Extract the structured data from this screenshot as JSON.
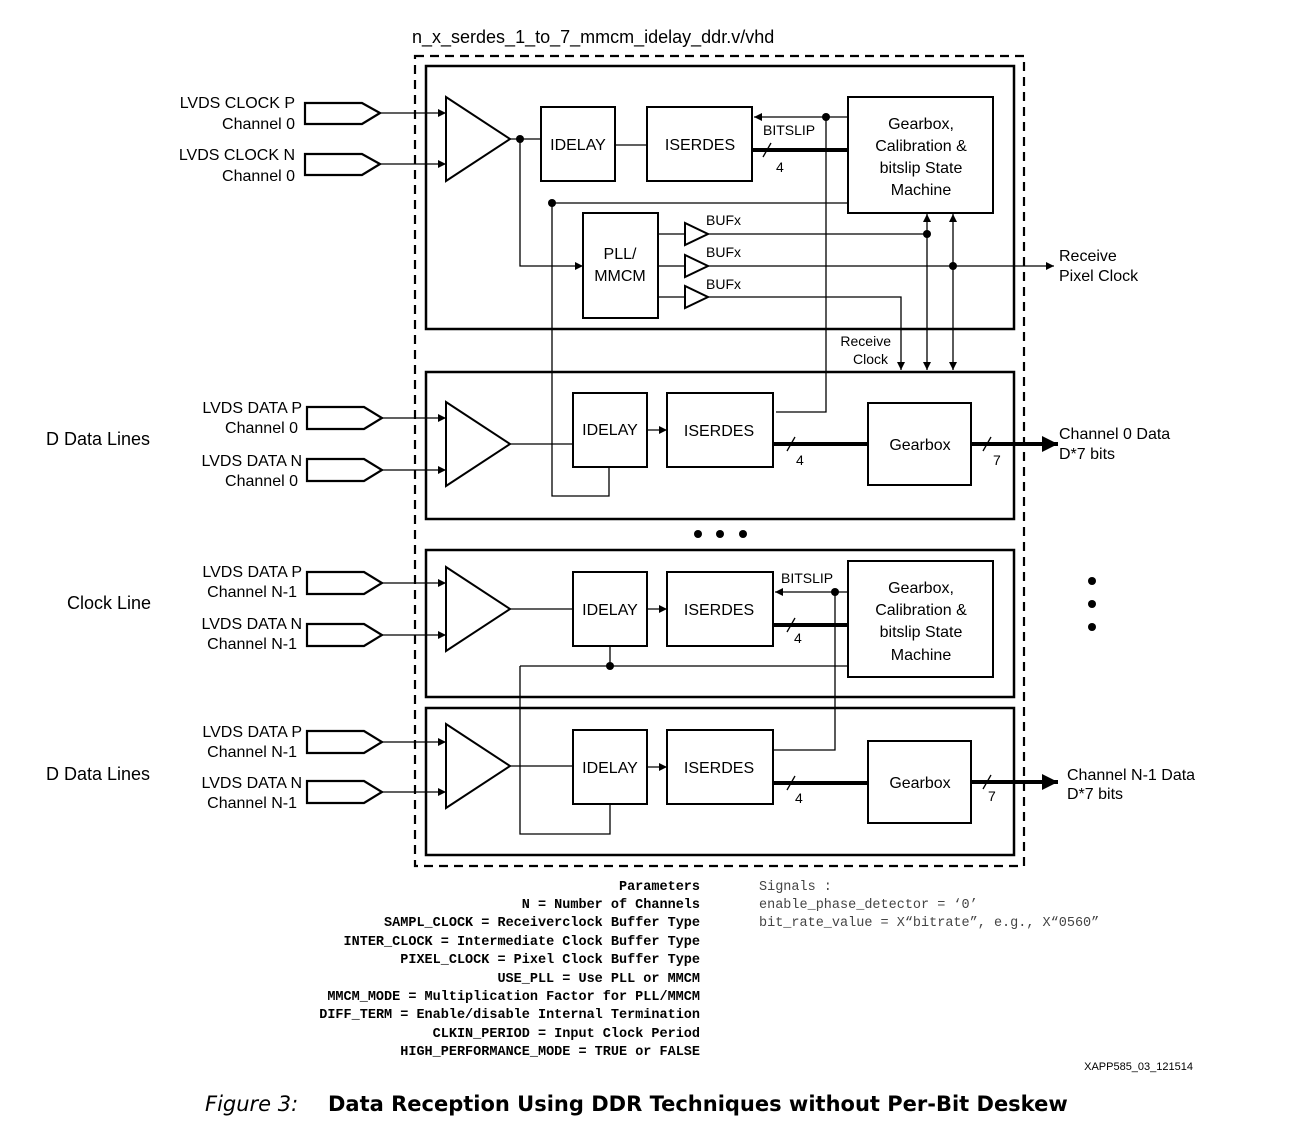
{
  "file_title": "n_x_serdes_1_to_7_mmcm_idelay_ddr.v/vhd",
  "inputs": {
    "clock_p": {
      "name": "LVDS CLOCK P",
      "channel": "Channel 0"
    },
    "clock_n": {
      "name": "LVDS CLOCK N",
      "channel": "Channel 0"
    },
    "data0_p": {
      "name": "LVDS DATA P",
      "channel": "Channel 0"
    },
    "data0_n": {
      "name": "LVDS DATA N",
      "channel": "Channel 0"
    },
    "clkline_p": {
      "name": "LVDS DATA P",
      "channel": "Channel N-1"
    },
    "clkline_n": {
      "name": "LVDS DATA N",
      "channel": "Channel N-1"
    },
    "datan_p": {
      "name": "LVDS DATA P",
      "channel": "Channel N-1"
    },
    "datan_n": {
      "name": "LVDS DATA N",
      "channel": "Channel N-1"
    }
  },
  "group_labels": {
    "d_data_lines_1": "D Data Lines",
    "clock_line": "Clock Line",
    "d_data_lines_2": "D Data Lines"
  },
  "blocks": {
    "idelay": "IDELAY",
    "iserdes": "ISERDES",
    "pll": [
      "PLL/",
      "MMCM"
    ],
    "gearbox": "Gearbox",
    "gearbox_calib": [
      "Gearbox,",
      "Calibration &",
      "bitslip State",
      "Machine"
    ],
    "bufx": "BUFx",
    "bitslip": "BITSLIP"
  },
  "bus_widths": {
    "four": "4",
    "seven": "7"
  },
  "outputs": {
    "receive_pixel_clock": [
      "Receive",
      "Pixel Clock"
    ],
    "receive_clock": [
      "Receive",
      "Clock"
    ],
    "channel0": [
      "Channel 0 Data",
      "D*7 bits"
    ],
    "channeln": [
      "Channel N-1 Data",
      "D*7 bits"
    ]
  },
  "parameters": [
    "Parameters",
    "N = Number of Channels",
    "SAMPL_CLOCK = Receiverclock Buffer Type",
    "INTER_CLOCK = Intermediate Clock Buffer Type",
    "PIXEL_CLOCK = Pixel Clock Buffer Type",
    "USE_PLL = Use PLL or MMCM",
    "MMCM_MODE = Multiplication Factor for PLL/MMCM",
    "DIFF_TERM = Enable/disable Internal Termination",
    "CLKIN_PERIOD = Input Clock Period",
    "HIGH_PERFORMANCE_MODE = TRUE or FALSE"
  ],
  "signals": [
    "Signals :",
    "enable_phase_detector = ‘0’",
    "bit_rate_value = X“bitrate”, e.g., X“0560”"
  ],
  "figure_ref": "XAPP585_03_121514",
  "caption": {
    "number": "Figure 3:",
    "title": "Data Reception Using DDR Techniques without Per-Bit Deskew"
  }
}
